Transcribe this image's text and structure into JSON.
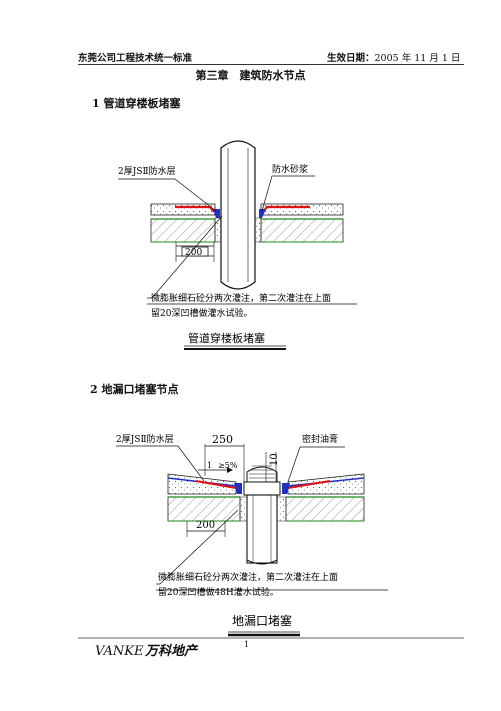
{
  "header": {
    "left": "东莞公司工程技术统一标准",
    "right_label": "生效日期：",
    "right_value": "2005 年 11 月 1 日"
  },
  "chapter_title": "第三章　建筑防水节点",
  "section1": {
    "heading": "1  管道穿楼板堵塞",
    "label_waterproof_layer": "2厚JSⅡ防水层",
    "label_mortar": "防水砂浆",
    "dim_200": "200",
    "note_line1": "微膨胀细石砼分两次灌注，第二次灌注在上面",
    "note_line2": "留20深凹槽做灌水试验。",
    "caption": "管道穿楼板堵塞"
  },
  "section2": {
    "heading": "2  地漏口堵塞节点",
    "label_waterproof_layer": "2厚JSⅡ防水层",
    "dim_250": "250",
    "label_sealant": "密封油膏",
    "dim_10": "10",
    "slope_1": "1",
    "slope_5": "≥5%",
    "dim_200": "200",
    "note_line1": "微膨胀细石砼分两次灌注，第二次灌注在上面",
    "note_line2": "留20深凹槽做48H灌水试验。",
    "caption": "地漏口堵塞"
  },
  "footer": {
    "page_number": "1",
    "logo_latin": "VANKE",
    "logo_cn": "万科地产"
  },
  "colors": {
    "red": "#e01010",
    "blue": "#2030c0",
    "green": "#1a8a1a"
  }
}
